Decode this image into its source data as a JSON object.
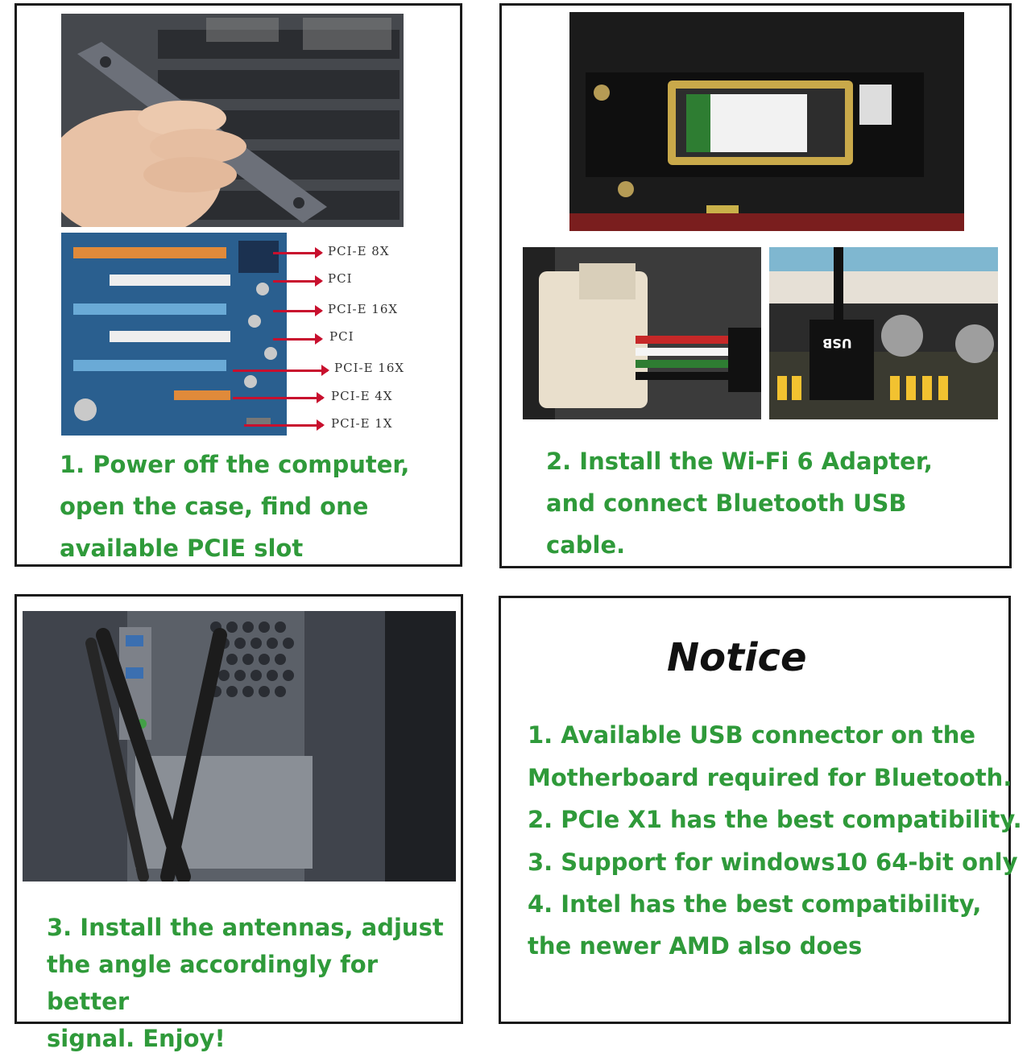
{
  "panel1": {
    "slot_labels": [
      "PCI-E 8X",
      "PCI",
      "PCI-E 16X",
      "PCI",
      "PCI-E 16X",
      "PCI-E 4X",
      "PCI-E 1X"
    ],
    "step_lines": [
      "1. Power off the computer,",
      "open the case, find one",
      "available PCIE slot"
    ]
  },
  "panel2": {
    "usb_label": "USB",
    "step_lines": [
      "2. Install the Wi-Fi 6 Adapter,",
      "and connect Bluetooth USB",
      "cable."
    ]
  },
  "panel3": {
    "step_lines": [
      "3. Install the antennas, adjust",
      "the angle accordingly for better",
      "signal. Enjoy!"
    ]
  },
  "notice": {
    "title": "Notice",
    "lines": [
      "1. Available USB connector on the",
      "Motherboard required for Bluetooth.",
      "2. PCIe X1 has the best compatibility.",
      "3. Support for windows10 64-bit only",
      "4. Intel has the best compatibility,",
      "the newer AMD also does"
    ]
  },
  "colors": {
    "text_green": "#2f9a3a",
    "border": "#1a1a1a",
    "arrow_red": "#c8102e"
  }
}
